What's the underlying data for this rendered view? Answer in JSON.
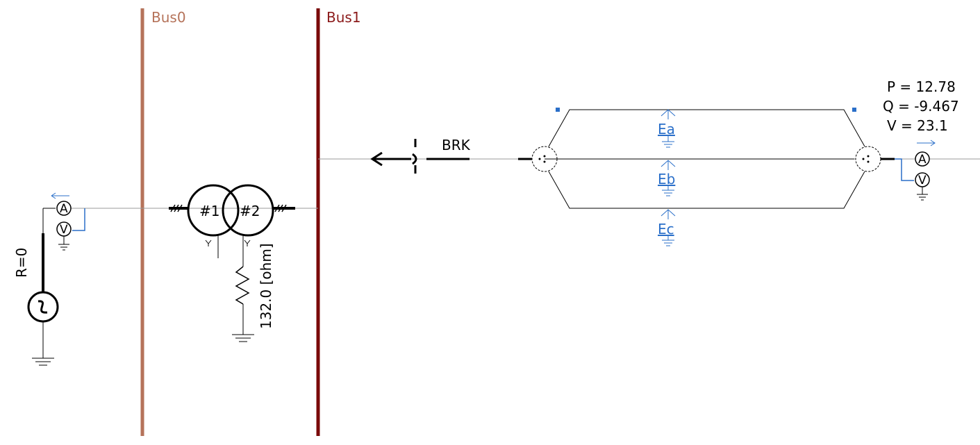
{
  "buses": [
    {
      "label": "Bus0",
      "color": "#b5735a"
    },
    {
      "label": "Bus1",
      "color": "#7a0a0a"
    }
  ],
  "source": {
    "label": "R=0"
  },
  "transformer": {
    "winding1": "#1",
    "winding2": "#2"
  },
  "resistor": {
    "label": "132.0 [ohm]"
  },
  "breaker": {
    "label": "BRK"
  },
  "sources": {
    "a": "Ea",
    "b": "Eb",
    "c": "Ec"
  },
  "meters": {
    "left": {
      "ammeter": "A",
      "voltmeter": "V"
    },
    "right": {
      "ammeter": "A",
      "voltmeter": "V"
    }
  },
  "readout": {
    "p": "P = 12.78",
    "q": "Q = -9.467",
    "v": "V = 23.1"
  },
  "colors": {
    "accent": "#2a6fc9",
    "wire": "#000000"
  }
}
